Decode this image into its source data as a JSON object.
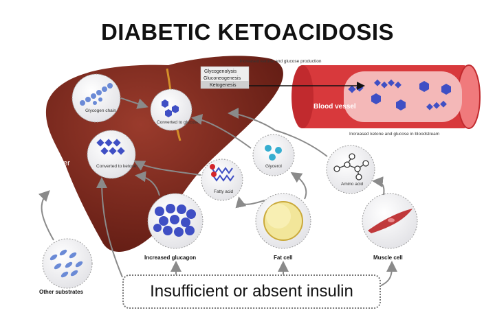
{
  "title": "DIABETIC KETOACIDOSIS",
  "liver": {
    "label": "Liver",
    "glycogen": "Glycogen chain",
    "converted_glucose": "Converted to glucose",
    "converted_ketones": "Converted to ketones"
  },
  "processes": [
    "Glycogenolysis",
    "Gluconeogenesis",
    "Ketogenesis"
  ],
  "production": "Increased ketone and glucose production",
  "blood_vessel": {
    "label": "Blood vessel",
    "caption": "Increased ketone and glucose in bloodstream"
  },
  "substrates": {
    "fatty_acid": "Fatty acid",
    "glycerol": "Glycerol",
    "amino_acid": "Amino acid"
  },
  "sources": {
    "glucagon": "Increased glucagon",
    "fat_cell": "Fat cell",
    "muscle_cell": "Muscle cell",
    "other": "Other substrates"
  },
  "insulin": "Insufficient or absent insulin",
  "colors": {
    "liver": "#7a2318",
    "vessel": "#d8393c",
    "molecule": "#3f4fc4"
  }
}
